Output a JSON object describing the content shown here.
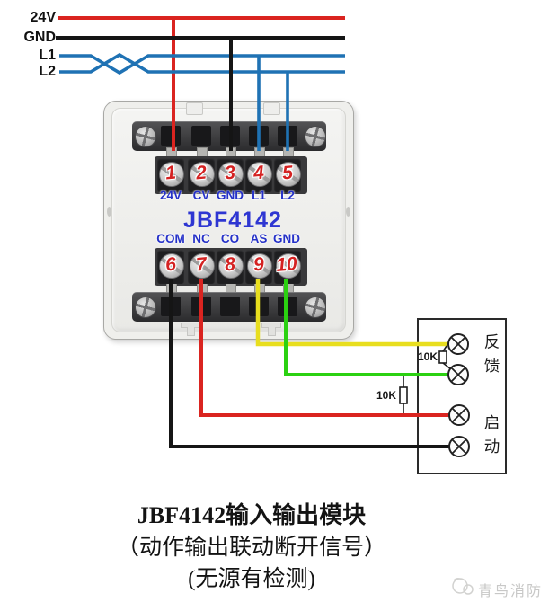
{
  "bus": {
    "labels": [
      "24V",
      "GND",
      "L1",
      "L2"
    ]
  },
  "module": {
    "model": "JBF4142",
    "top_row": {
      "terminals": [
        {
          "number": "1",
          "label": "24V"
        },
        {
          "number": "2",
          "label": "CV"
        },
        {
          "number": "3",
          "label": "GND"
        },
        {
          "number": "4",
          "label": "L1"
        },
        {
          "number": "5",
          "label": "L2"
        }
      ]
    },
    "bottom_row": {
      "terminals": [
        {
          "number": "6",
          "label": "COM"
        },
        {
          "number": "7",
          "label": "NC"
        },
        {
          "number": "8",
          "label": "CO"
        },
        {
          "number": "9",
          "label": "AS"
        },
        {
          "number": "10",
          "label": "GND"
        }
      ]
    }
  },
  "device": {
    "labels": {
      "feedback": "反馈",
      "start": "启动"
    },
    "resistors": [
      "10K",
      "10K"
    ]
  },
  "caption": {
    "line1": "JBF4142输入输出模块",
    "line2": "（动作输出联动断开信号）",
    "line3": "(无源有检测)"
  },
  "watermark": {
    "brand": "青鸟消防"
  },
  "colors": {
    "wire_24v": "#da2420",
    "wire_gnd": "#151515",
    "wire_loop": "#1f72b4",
    "wire_as": "#e8de1e",
    "wire_out_gnd": "#2bd111",
    "terminal_label_blue": "#2531c8",
    "terminal_number_red": "#d42222"
  }
}
